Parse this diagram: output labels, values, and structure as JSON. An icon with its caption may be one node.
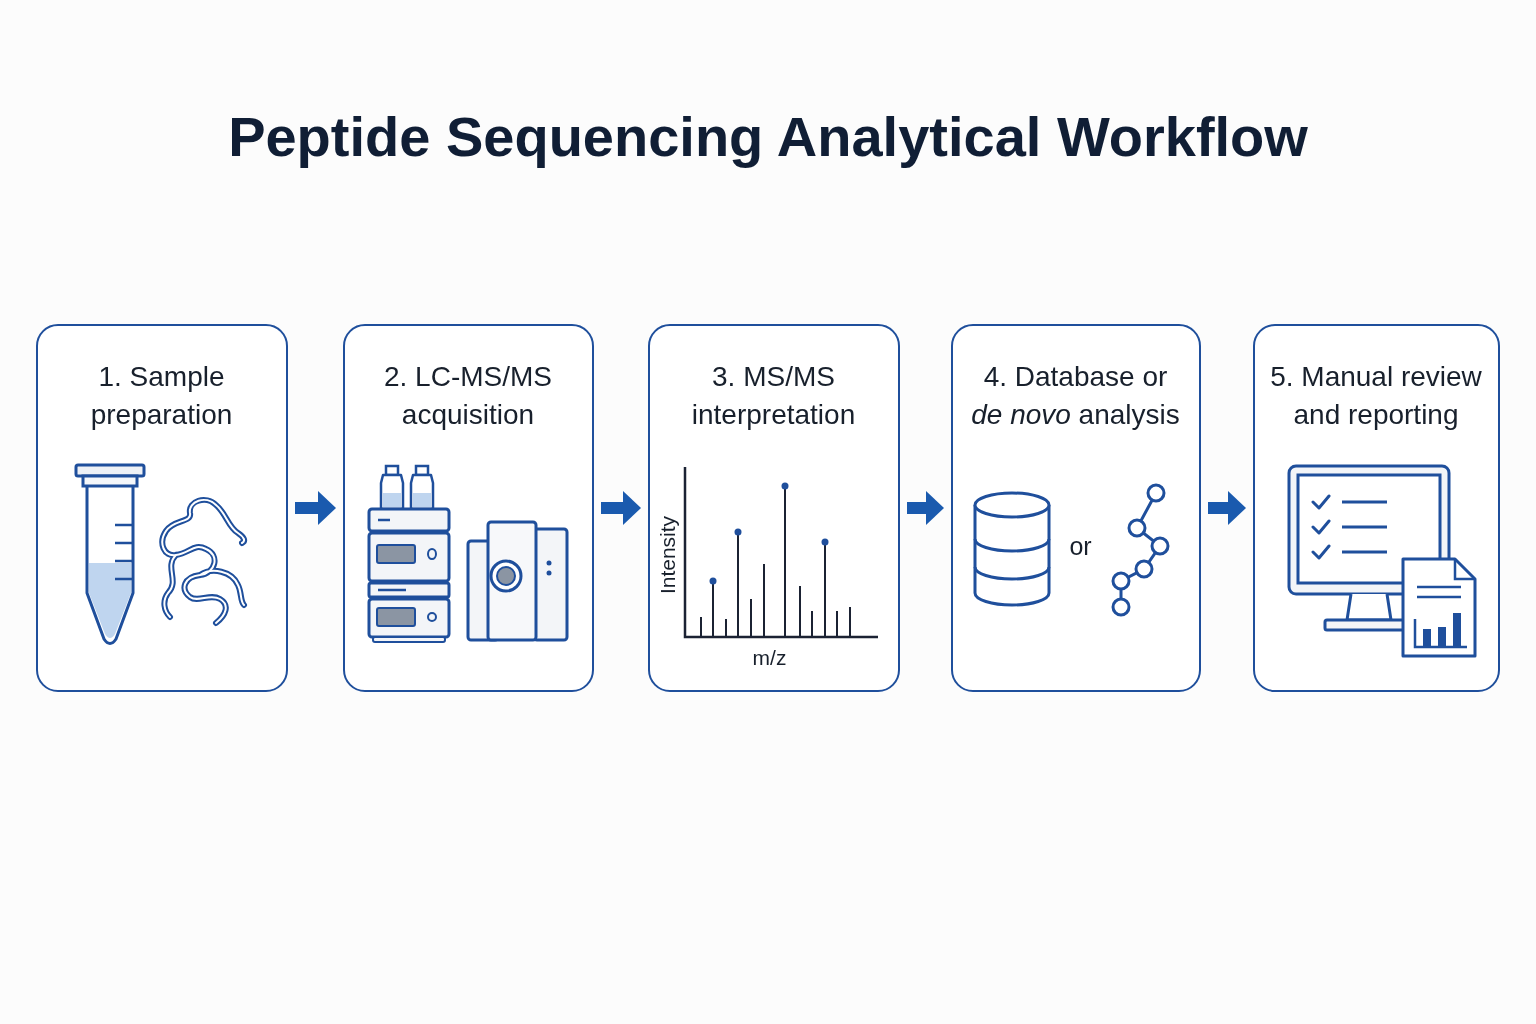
{
  "diagram": {
    "title": "Peptide Sequencing Analytical Workflow",
    "nodes": [
      {
        "text": [
          "1. Sample preparation"
        ]
      },
      {
        "text": [
          "2. LC-MS/MS acquisition"
        ]
      },
      {
        "text": [
          "3. MS/MS interpretation"
        ]
      },
      {
        "text": [
          "4. Database or *de novo* analysis"
        ]
      },
      {
        "text": [
          "5. Manual review and reporting"
        ]
      }
    ],
    "edges": [
      {
        "from": 0,
        "to": 1,
        "arrow": "to"
      },
      {
        "from": 1,
        "to": 2,
        "arrow": "to"
      },
      {
        "from": 2,
        "to": 3,
        "arrow": "to"
      },
      {
        "from": 3,
        "to": 4,
        "arrow": "to"
      }
    ],
    "labels": [
      "Intensity",
      "m/z",
      "or"
    ]
  }
}
